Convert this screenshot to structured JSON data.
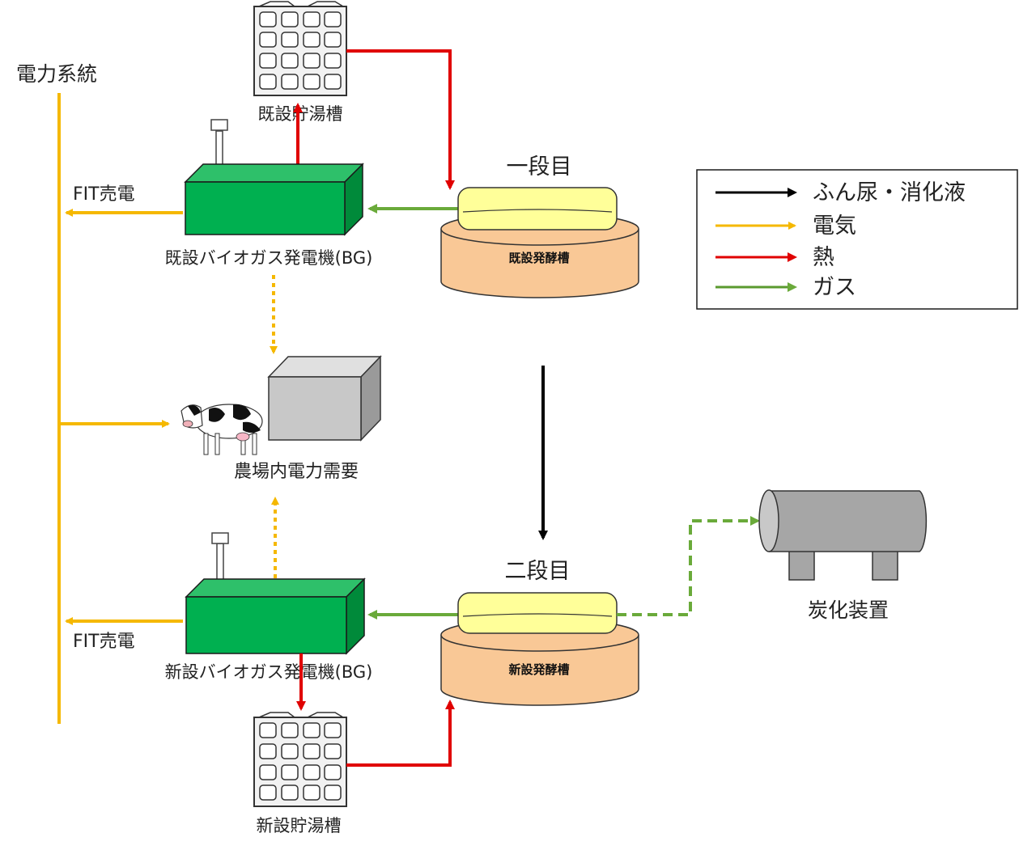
{
  "labels": {
    "power_grid": "電力系統",
    "fit_sale_top": "FIT売電",
    "fit_sale_bottom": "FIT売電",
    "existing_tank": "既設貯湯槽",
    "new_tank": "新設貯湯槽",
    "existing_bg": "既設バイオガス発電機(BG)",
    "new_bg": "新設バイオガス発電機(BG)",
    "stage1": "一段目",
    "stage2": "二段目",
    "existing_digester": "既設発酵槽",
    "new_digester": "新設発酵槽",
    "farm_demand": "農場内電力需要",
    "carbonizer": "炭化装置"
  },
  "legend": {
    "items": [
      {
        "label": "ふん尿・消化液",
        "color": "#000000"
      },
      {
        "label": "電気",
        "color": "#f5b800"
      },
      {
        "label": "熱",
        "color": "#e00000"
      },
      {
        "label": "ガス",
        "color": "#5a9a2e"
      }
    ]
  },
  "colors": {
    "electricity": "#f5b800",
    "heat": "#e00000",
    "gas": "#6aaa3a",
    "slurry": "#000000",
    "generator": "#00b050",
    "digester": "#f9c896",
    "gasholder": "#ffff99",
    "carbonizer": "#a6a6a6",
    "demand_box": "#c8c8c8"
  }
}
